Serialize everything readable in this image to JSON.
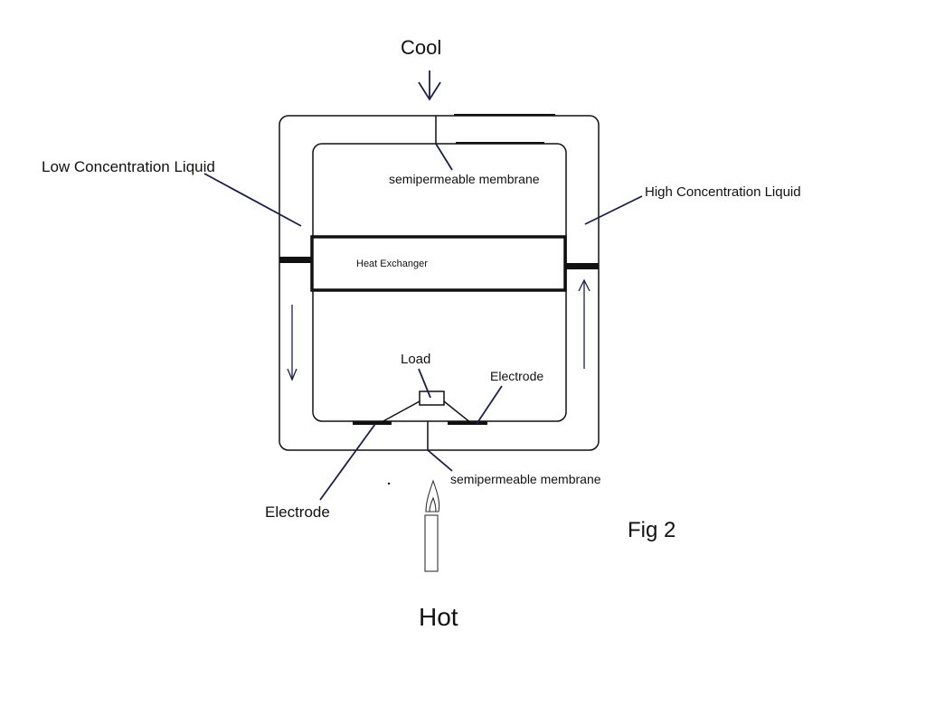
{
  "labels": {
    "cool": "Cool",
    "hot": "Hot",
    "low_concentration": "Low Concentration Liquid",
    "high_concentration": "High Concentration Liquid",
    "membrane_top": "semipermeable membrane",
    "membrane_bottom": "semipermeable membrane",
    "heat_exchanger": "Heat Exchanger",
    "load": "Load",
    "electrode_right": "Electrode",
    "electrode_left": "Electrode",
    "figure": "Fig 2"
  },
  "colors": {
    "outline": "#111111",
    "leader": "#1c1f4a",
    "background": "#ffffff"
  }
}
